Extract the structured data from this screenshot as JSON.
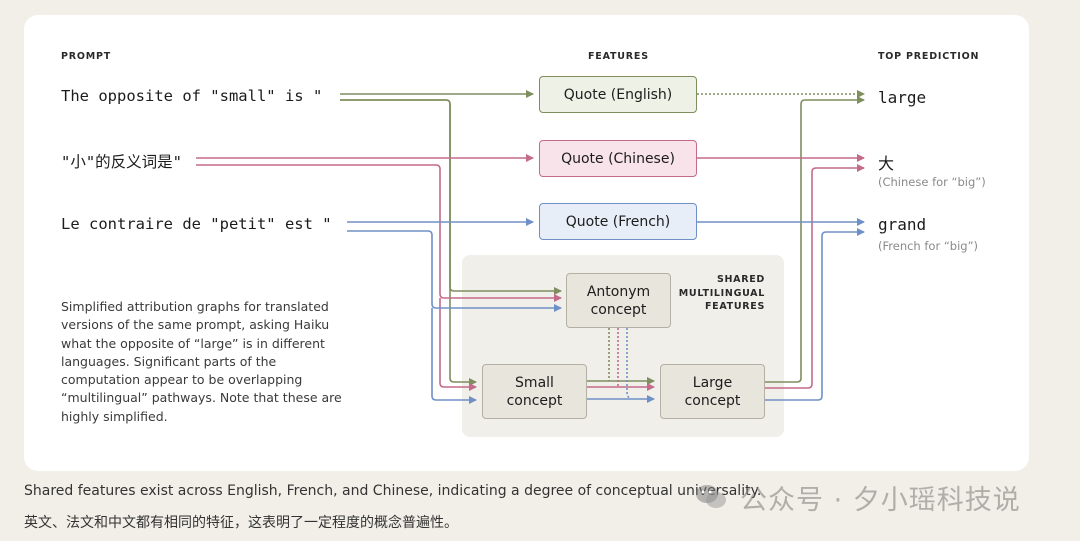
{
  "headers": {
    "prompt": "PROMPT",
    "features": "FEATURES",
    "top_prediction": "TOP PREDICTION"
  },
  "prompts": {
    "english": "The opposite of \"small\" is \"",
    "chinese": "\"小\"的反义词是\"",
    "french": "Le contraire de \"petit\" est \""
  },
  "features": {
    "quote_english": "Quote (English)",
    "quote_chinese": "Quote (Chinese)",
    "quote_french": "Quote (French)"
  },
  "shared": {
    "label": "SHARED MULTILINGUAL FEATURES",
    "antonym": "Antonym concept",
    "small": "Small concept",
    "large": "Large concept"
  },
  "predictions": {
    "english": "large",
    "chinese": "大",
    "chinese_note": "(Chinese for “big”)",
    "french": "grand",
    "french_note": "(French for “big”)"
  },
  "description": "Simplified attribution graphs for translated versions of the same prompt, asking Haiku what the opposite of “large” is in different languages. Significant parts of the computation appear to be overlapping “multilingual” pathways. Note that these are highly simplified.",
  "caption_en": "Shared features exist across English, French, and Chinese, indicating a degree of conceptual universality.",
  "caption_zh": "英文、法文和中文都有相同的特征，这表明了一定程度的概念普遍性。",
  "watermark": "公众号 · 夕小瑶科技说",
  "colors": {
    "english": "#7e8e5e",
    "chinese": "#c46a8a",
    "french": "#6f90c6",
    "panel": "#ffffff",
    "background": "#f1efe8"
  }
}
